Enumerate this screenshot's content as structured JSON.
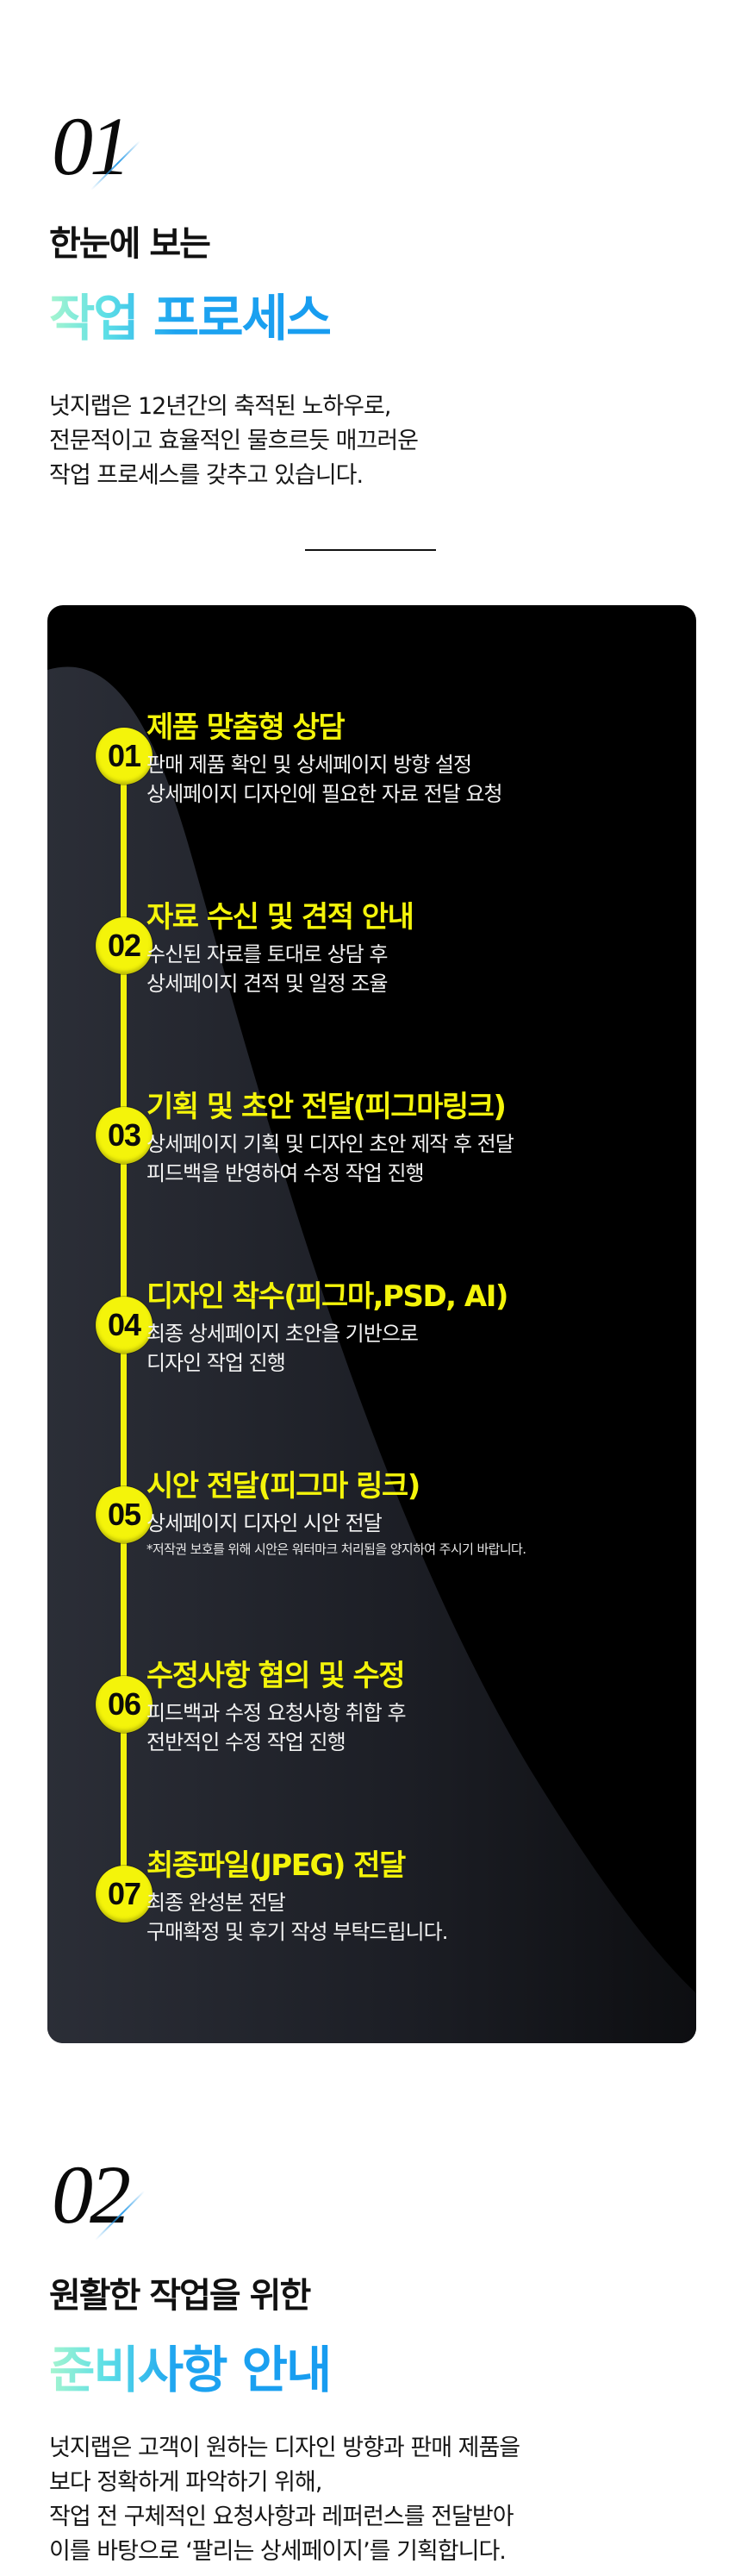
{
  "section1": {
    "number": "01",
    "heading_line1": "한눈에 보는",
    "heading_line2": "작업 프로세스",
    "intro_lines": [
      "넛지랩은 12년간의 축적된 노하우로,",
      "전문적이고 효율적인 물흐르듯 매끄러운",
      "작업 프로세스를 갖추고 있습니다."
    ]
  },
  "process": {
    "colors": {
      "accent_yellow": "#f4f40a",
      "card_bg": "#000000",
      "panel_bg": "#2a2d36",
      "desc_text": "#f2f2f2"
    },
    "steps": [
      {
        "num": "01",
        "title": "제품 맞춤형 상담",
        "desc": [
          "판매 제품 확인 및 상세페이지 방향 설정",
          "상세페이지 디자인에 필요한 자료 전달 요청"
        ],
        "note": ""
      },
      {
        "num": "02",
        "title": "자료 수신 및 견적 안내",
        "desc": [
          "수신된 자료를 토대로 상담 후",
          "상세페이지 견적 및 일정 조율"
        ],
        "note": ""
      },
      {
        "num": "03",
        "title": "기획 및 초안 전달(피그마링크)",
        "desc": [
          "상세페이지 기획 및 디자인 초안 제작 후 전달",
          "피드백을 반영하여 수정 작업 진행"
        ],
        "note": ""
      },
      {
        "num": "04",
        "title": "디자인 착수(피그마,PSD, AI)",
        "desc": [
          "최종 상세페이지 초안을 기반으로",
          "디자인 작업 진행"
        ],
        "note": ""
      },
      {
        "num": "05",
        "title": "시안 전달(피그마 링크)",
        "desc": [
          "상세페이지 디자인 시안 전달"
        ],
        "note": "*저작권 보호를 위해 시안은 워터마크 처리됨을 양지하여 주시기 바랍니다."
      },
      {
        "num": "06",
        "title": "수정사항 협의 및 수정",
        "desc": [
          "피드백과 수정 요청사항 취합 후",
          "전반적인 수정 작업 진행"
        ],
        "note": ""
      },
      {
        "num": "07",
        "title": "최종파일(JPEG) 전달",
        "desc": [
          "최종 완성본 전달",
          "구매확정 및 후기 작성 부탁드립니다."
        ],
        "note": ""
      }
    ]
  },
  "section2": {
    "number": "02",
    "heading_line1": "원활한 작업을 위한",
    "heading_line2": "준비사항 안내",
    "intro_lines": [
      "넛지랩은 고객이 원하는 디자인 방향과 판매 제품을",
      "보다 정확하게 파악하기 위해,",
      "작업 전 구체적인 요청사항과 레퍼런스를 전달받아",
      "이를 바탕으로 ‘팔리는 상세페이지’를 기획합니다."
    ]
  },
  "theme": {
    "heading_gradient": [
      "#a6f5cf",
      "#1ea4f0"
    ]
  }
}
